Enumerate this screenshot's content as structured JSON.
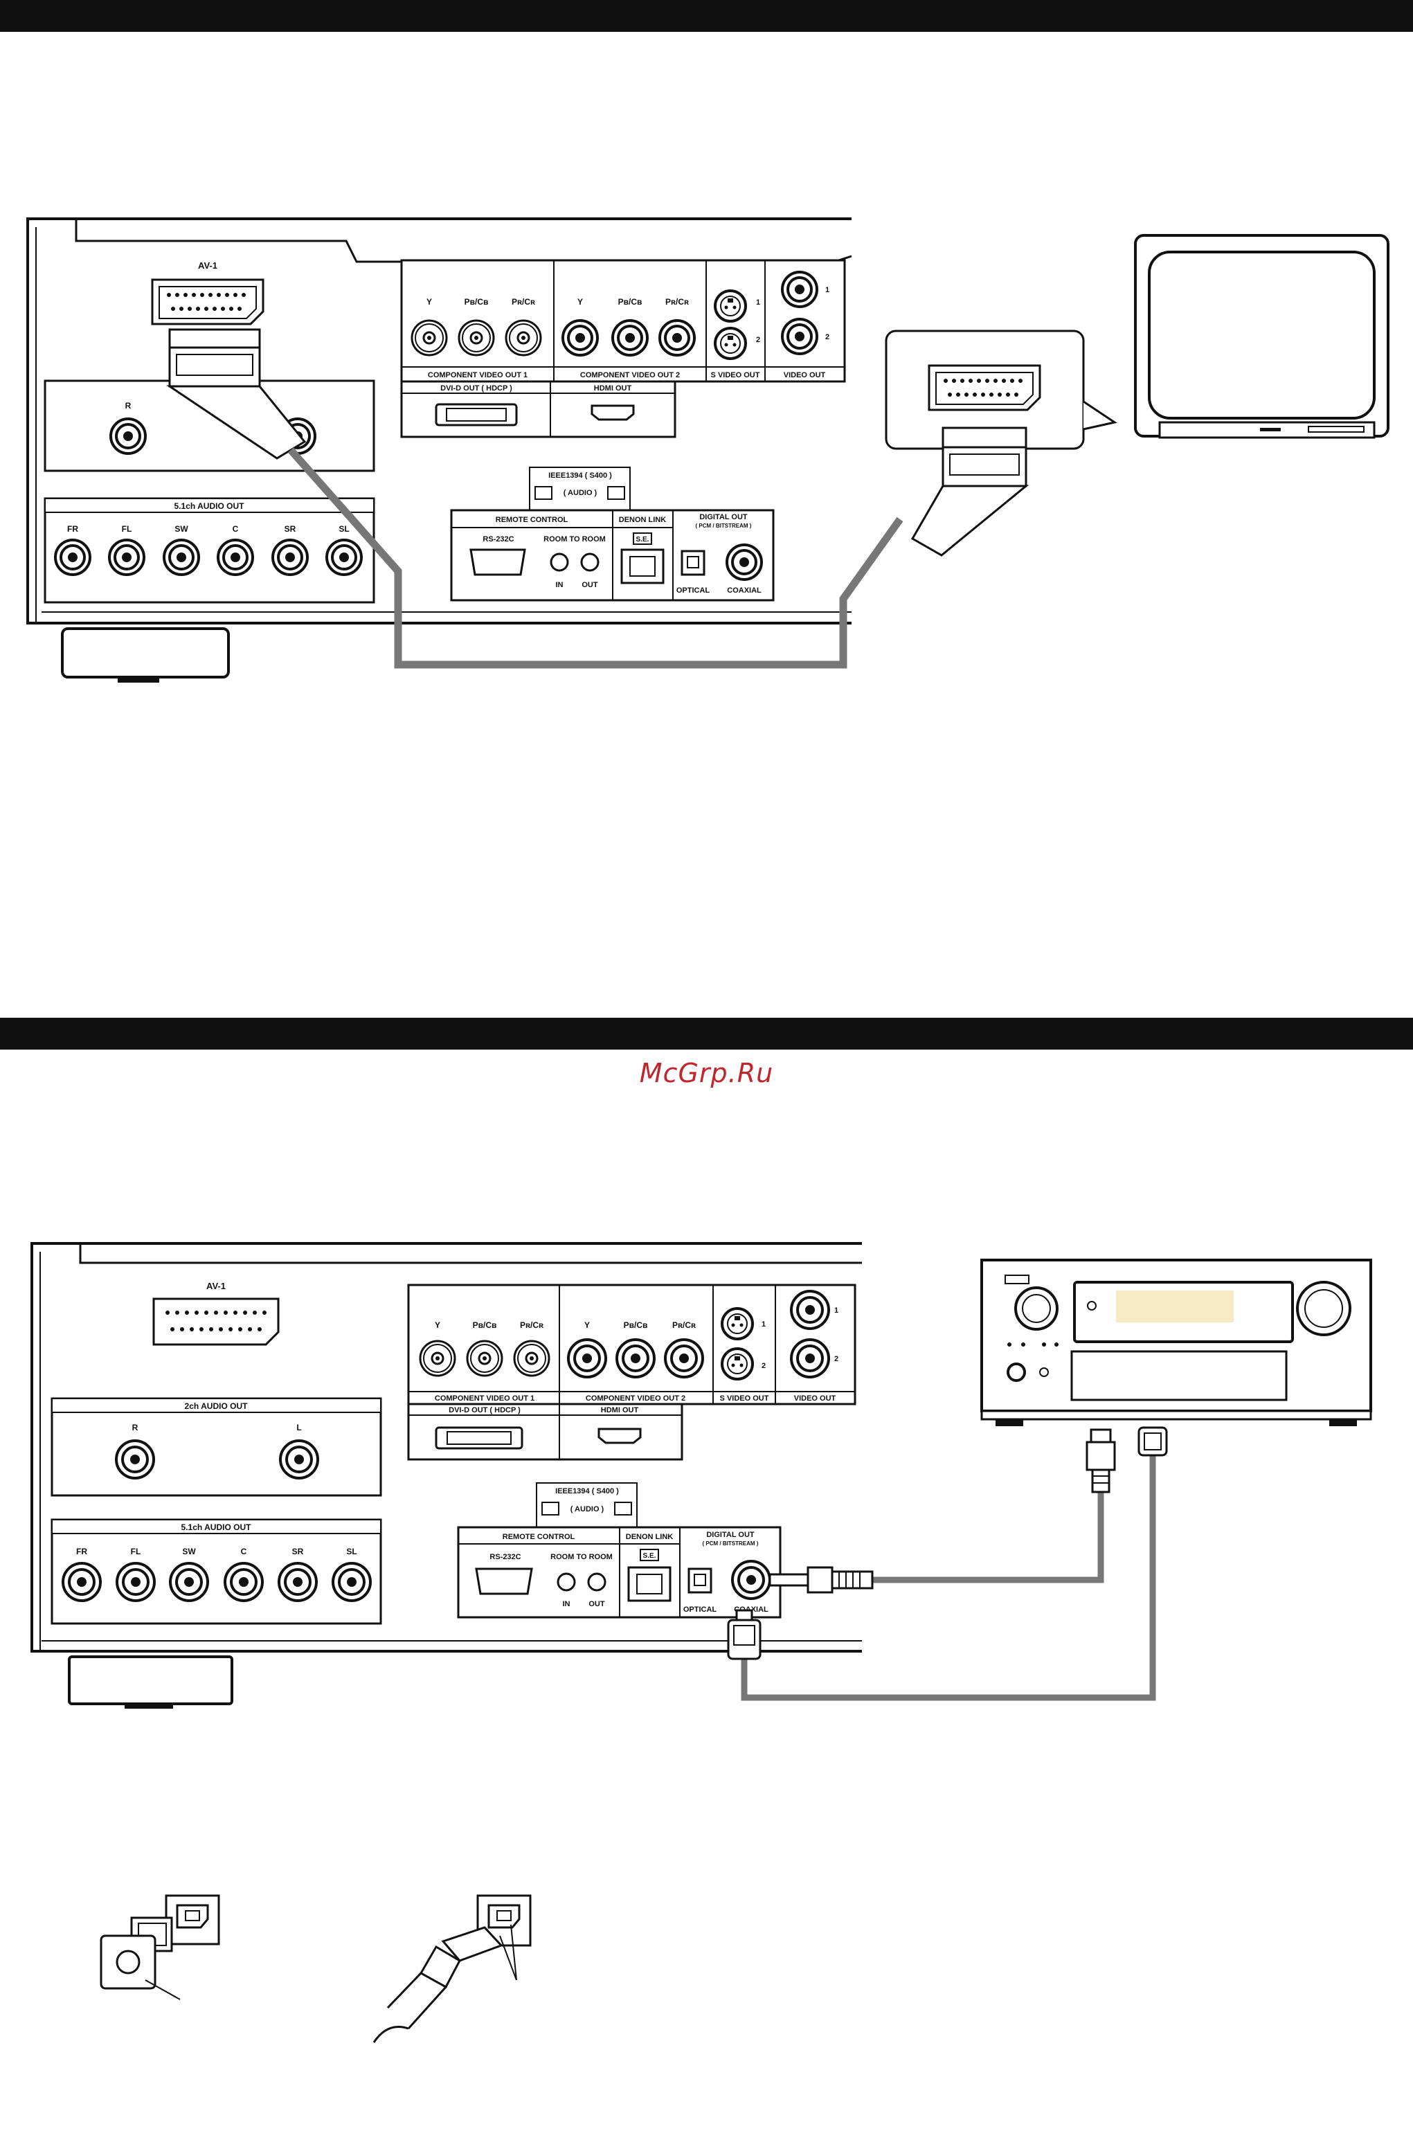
{
  "watermark": "McGrp.Ru",
  "panel": {
    "av1": "AV-1",
    "component": {
      "y": "Y",
      "pb": "Pʙ/Cʙ",
      "pr": "Pʀ/Cʀ",
      "out1": "COMPONENT  VIDEO  OUT  1",
      "out2": "COMPONENT  VIDEO  OUT  2"
    },
    "s_video_out": "S VIDEO OUT",
    "video_out": "VIDEO OUT",
    "port_1": "1",
    "port_2": "2",
    "dvi": "DVI-D  OUT  ( HDCP )",
    "hdmi": "HDMI  OUT",
    "audio_2ch": "2ch AUDIO OUT",
    "r": "R",
    "l": "L",
    "audio_51": "5.1ch AUDIO OUT",
    "channels": [
      "FR",
      "FL",
      "SW",
      "C",
      "SR",
      "SL"
    ],
    "ieee": "IEEE1394 ( S400 )",
    "audio": "( AUDIO )",
    "remote": "REMOTE CONTROL",
    "rs232c": "RS-232C",
    "room": "ROOM TO ROOM",
    "in": "IN",
    "out": "OUT",
    "denon_link": "DENON LINK",
    "se": "S.E.",
    "digital_out": "DIGITAL OUT",
    "pcm": "( PCM / BITSTREAM )",
    "optical": "OPTICAL",
    "coaxial": "COAXIAL"
  },
  "colors": {
    "band": "#111111",
    "cable": "#777777",
    "watermark": "#c0272d",
    "display": "#f7ebc6"
  }
}
